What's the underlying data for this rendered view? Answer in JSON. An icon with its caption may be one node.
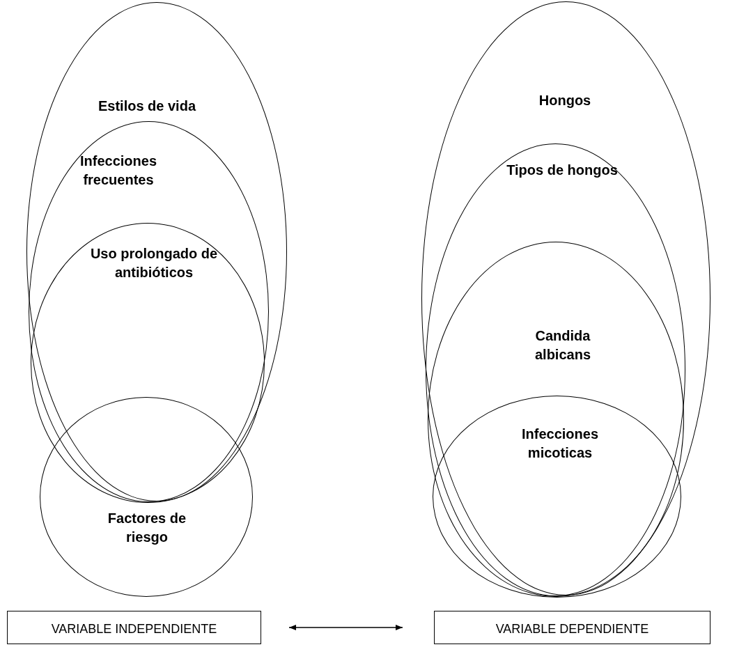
{
  "diagram": {
    "nodes": [
      {
        "text": [
          "Estilos de vida"
        ]
      },
      {
        "text": [
          "Infecciones frecuentes"
        ],
        "in": 0
      },
      {
        "text": [
          "Uso prolongado de antibióticos"
        ],
        "in": 1
      },
      {
        "text": [
          "Factores de riesgo"
        ]
      },
      {
        "text": [
          "Hongos"
        ]
      },
      {
        "text": [
          "Tipos de hongos"
        ],
        "in": 4
      },
      {
        "text": [
          "Candida albicans"
        ],
        "in": 5
      },
      {
        "text": [
          "Infecciones micoticas"
        ],
        "in": 6
      },
      {
        "text": [
          "VARIABLE INDEPENDIENTE"
        ]
      },
      {
        "text": [
          "VARIABLE DEPENDIENTE"
        ]
      }
    ],
    "edges": [
      {
        "from": 8,
        "to": 9,
        "arrow": "both"
      }
    ]
  }
}
